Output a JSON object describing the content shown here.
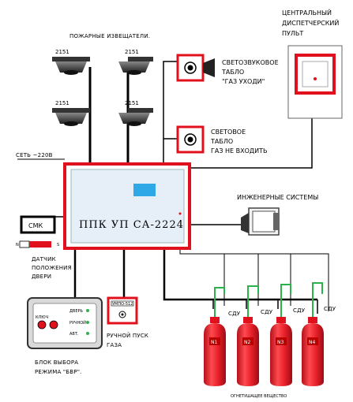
{
  "labels": {
    "fire_detectors": "ПОЖАРНЫЕ ИЗВЕЩАТЕЛИ.",
    "central_console_1": "ЦЕНТРАЛЬНЫЙ",
    "central_console_2": "ДИСПЕТЧЕРСКИЙ",
    "central_console_3": "ПУЛЬТ",
    "sign1_1": "СВЕТОЗВУКОВОЕ",
    "sign1_2": "ТАБЛО",
    "sign1_3": "\"ГАЗ УХОДИ\"",
    "sign2_1": "СВЕТОВОЕ",
    "sign2_2": "ТАБЛО",
    "sign2_3": "ГАЗ НЕ ВХОДИТЬ",
    "mains": "СЕТЬ ~220В",
    "panel": "ППК УП СА-2224",
    "engineering": "ИНЖЕНЕРНЫЕ СИСТЕМЫ",
    "smk": "СМК",
    "switch_n": "N",
    "switch_s": "S",
    "door_sensor_1": "ДАТЧИК",
    "door_sensor_2": "ПОЛОЖЕНИЯ",
    "door_sensor_3": "ДВЕРИ",
    "selector_1": "БЛОК ВЫБОРА",
    "selector_2": "РЕЖИМА \"БВР\".",
    "manual_device": "УМПО-512",
    "manual_1": "РУЧНОЙ ПУСК",
    "manual_2": "ГАЗА",
    "agent": "ОГНЕТУШАЩЕЕ ВЕЩЕСТВО",
    "sdu": "СДУ"
  },
  "detectors": [
    "2151",
    "2151",
    "2151",
    "2151"
  ],
  "cylinders": [
    "N1",
    "N2",
    "N3",
    "N4"
  ],
  "selector_panel": {
    "door": "ДВЕРЬ",
    "manual": "РУЧНОЙ",
    "auto": "АВТ.",
    "key": "КЛЮЧ"
  },
  "colors": {
    "frame_red": "#e0101c",
    "cylinder_red": "#e8202a",
    "pipe_green": "#2bb24a",
    "panel_fill": "#e6eff7",
    "screen_blue": "#2fa8e8",
    "wire": "#000000"
  }
}
